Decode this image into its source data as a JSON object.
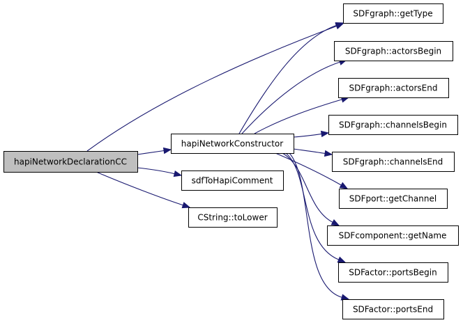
{
  "diagram": {
    "type": "call-graph",
    "colors": {
      "edge": "#191970",
      "root_fill": "#bfbfbf",
      "node_fill": "#ffffff",
      "border": "#000000"
    },
    "nodes": [
      {
        "id": "root",
        "label": "hapiNetworkDeclarationCC",
        "root": true
      },
      {
        "id": "ctor",
        "label": "hapiNetworkConstructor"
      },
      {
        "id": "comment",
        "label": "sdfToHapiComment"
      },
      {
        "id": "tolower",
        "label": "CString::toLower"
      },
      {
        "id": "getType",
        "label": "SDFgraph::getType"
      },
      {
        "id": "actorsBegin",
        "label": "SDFgraph::actorsBegin"
      },
      {
        "id": "actorsEnd",
        "label": "SDFgraph::actorsEnd"
      },
      {
        "id": "channelsBegin",
        "label": "SDFgraph::channelsBegin"
      },
      {
        "id": "channelsEnd",
        "label": "SDFgraph::channelsEnd"
      },
      {
        "id": "getChannel",
        "label": "SDFport::getChannel"
      },
      {
        "id": "getName",
        "label": "SDFcomponent::getName"
      },
      {
        "id": "portsBegin",
        "label": "SDFactor::portsBegin"
      },
      {
        "id": "portsEnd",
        "label": "SDFactor::portsEnd"
      }
    ],
    "edges": [
      {
        "from": "root",
        "to": "ctor"
      },
      {
        "from": "root",
        "to": "getType"
      },
      {
        "from": "root",
        "to": "comment"
      },
      {
        "from": "root",
        "to": "tolower"
      },
      {
        "from": "ctor",
        "to": "getType"
      },
      {
        "from": "ctor",
        "to": "actorsBegin"
      },
      {
        "from": "ctor",
        "to": "actorsEnd"
      },
      {
        "from": "ctor",
        "to": "channelsBegin"
      },
      {
        "from": "ctor",
        "to": "channelsEnd"
      },
      {
        "from": "ctor",
        "to": "getChannel"
      },
      {
        "from": "ctor",
        "to": "getName"
      },
      {
        "from": "ctor",
        "to": "portsBegin"
      },
      {
        "from": "ctor",
        "to": "portsEnd"
      }
    ]
  }
}
